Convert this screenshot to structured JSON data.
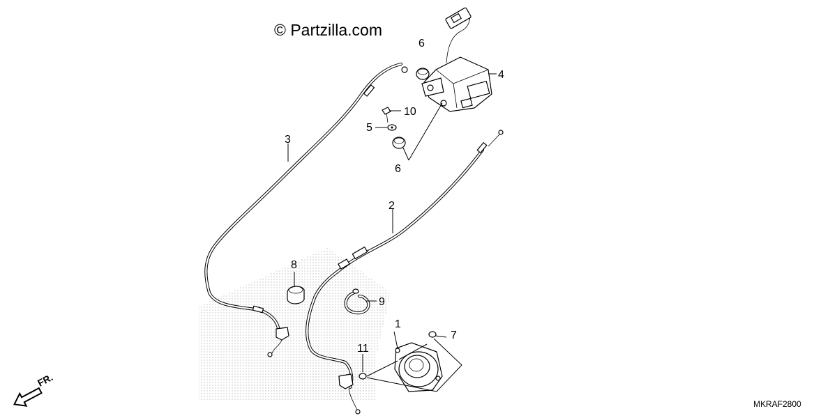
{
  "watermark": "© Partzilla.com",
  "diagram_code": "MKRAF2800",
  "direction_label": "FR.",
  "callouts": {
    "c1": "1",
    "c2": "2",
    "c3": "3",
    "c4": "4",
    "c5": "5",
    "c6a": "6",
    "c6b": "6",
    "c7": "7",
    "c8": "8",
    "c9": "9",
    "c10": "10",
    "c11": "11"
  }
}
